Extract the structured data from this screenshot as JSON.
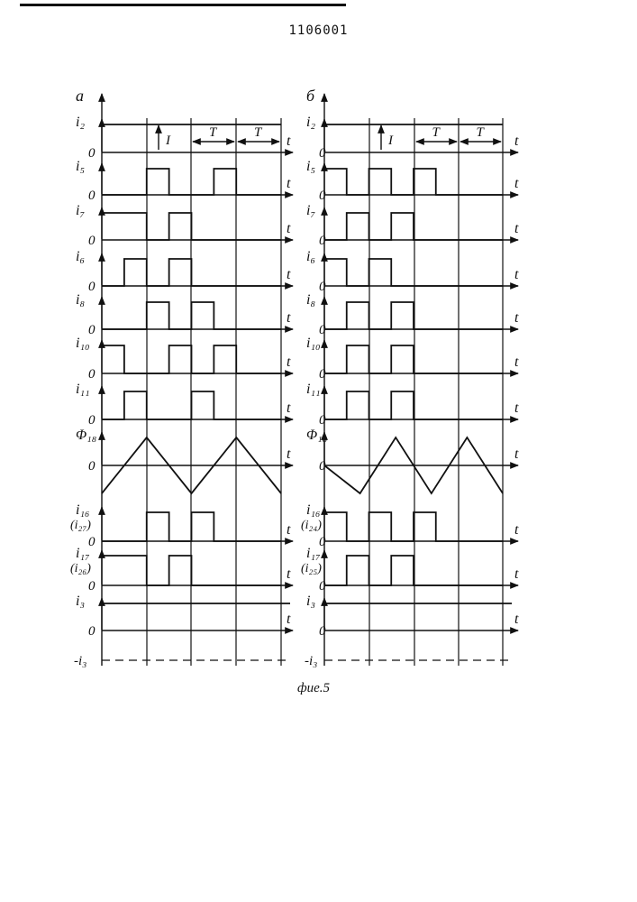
{
  "page": {
    "patent_number": "1106001",
    "caption": "фие.5"
  },
  "panels": [
    {
      "label": "а",
      "T_label": "T",
      "I_label": "I",
      "grid_x": [
        163,
        212,
        262
      ],
      "traces": [
        {
          "label": "i₂",
          "zero": "0",
          "kind": "step",
          "v": [
            1,
            1,
            1,
            1,
            1,
            1,
            1,
            1
          ]
        },
        {
          "label": "i₅",
          "zero": "0",
          "kind": "step",
          "v": [
            0,
            0,
            1,
            0,
            0,
            1,
            0,
            0
          ]
        },
        {
          "label": "i₇",
          "zero": "0",
          "kind": "step",
          "v": [
            1,
            1,
            0,
            1,
            0,
            0,
            0,
            0
          ]
        },
        {
          "label": "i₆",
          "zero": "0",
          "kind": "step",
          "v": [
            0,
            1,
            0,
            1,
            0,
            0,
            0,
            0
          ]
        },
        {
          "label": "i₈",
          "zero": "0",
          "kind": "step",
          "v": [
            0,
            0,
            1,
            0,
            1,
            0,
            0,
            0
          ]
        },
        {
          "label": "i₁₀",
          "zero": "0",
          "kind": "step",
          "v": [
            1,
            0,
            0,
            1,
            0,
            1,
            0,
            0
          ]
        },
        {
          "label": "i₁₁",
          "zero": "0",
          "kind": "step",
          "v": [
            0,
            1,
            0,
            0,
            1,
            0,
            0,
            0
          ]
        },
        {
          "label": "Φ₁₈",
          "zero": "0",
          "kind": "tri",
          "v": [
            -1,
            1,
            -1,
            1,
            -1
          ]
        },
        {
          "label": "i₁₆",
          "label2": "(i₂₇)",
          "zero": "0",
          "kind": "step",
          "v": [
            0,
            0,
            1,
            0,
            1,
            0,
            0,
            0
          ]
        },
        {
          "label": "i₁₇",
          "label2": "(i₂₆)",
          "zero": "0",
          "kind": "step",
          "v": [
            1,
            1,
            0,
            1,
            0,
            0,
            0,
            0
          ]
        },
        {
          "label": "i₃",
          "zero": "0",
          "neg_label": "-i₃",
          "kind": "flat",
          "v": [
            1
          ]
        }
      ]
    },
    {
      "label": "б",
      "T_label": "T",
      "I_label": "I",
      "grid_x": [
        410,
        460,
        509
      ],
      "traces": [
        {
          "label": "i₂",
          "zero": "0",
          "kind": "step",
          "v": [
            1,
            1,
            1,
            1,
            1,
            1,
            1,
            1
          ]
        },
        {
          "label": "i₅",
          "zero": "0",
          "kind": "step",
          "v": [
            1,
            0,
            1,
            0,
            1,
            0,
            0,
            0
          ]
        },
        {
          "label": "i₇",
          "zero": "0",
          "kind": "step",
          "v": [
            0,
            1,
            0,
            1,
            0,
            0,
            0,
            0
          ]
        },
        {
          "label": "i₆",
          "zero": "0",
          "kind": "step",
          "v": [
            1,
            0,
            1,
            0,
            0,
            0,
            0,
            0
          ]
        },
        {
          "label": "i₈",
          "zero": "0",
          "kind": "step",
          "v": [
            0,
            1,
            0,
            1,
            0,
            0,
            0,
            0
          ]
        },
        {
          "label": "i₁₀",
          "zero": "0",
          "kind": "step",
          "v": [
            0,
            1,
            0,
            1,
            0,
            0,
            0,
            0
          ]
        },
        {
          "label": "i₁₁",
          "zero": "0",
          "kind": "step",
          "v": [
            0,
            1,
            0,
            1,
            0,
            0,
            0,
            0
          ]
        },
        {
          "label": "Φ₁₈",
          "zero": "0",
          "kind": "tri",
          "v": [
            0,
            -1,
            1,
            -1,
            1,
            -1
          ]
        },
        {
          "label": "i₁₆",
          "label2": "(i₂₄)",
          "zero": "0",
          "kind": "step",
          "v": [
            1,
            0,
            1,
            0,
            1,
            0,
            0,
            0
          ]
        },
        {
          "label": "i₁₇",
          "label2": "(i₂₅)",
          "zero": "0",
          "kind": "step",
          "v": [
            0,
            1,
            0,
            1,
            0,
            0,
            0,
            0
          ]
        },
        {
          "label": "i₃",
          "zero": "0",
          "neg_label": "-i₃",
          "kind": "flat",
          "v": [
            1
          ]
        }
      ]
    }
  ]
}
